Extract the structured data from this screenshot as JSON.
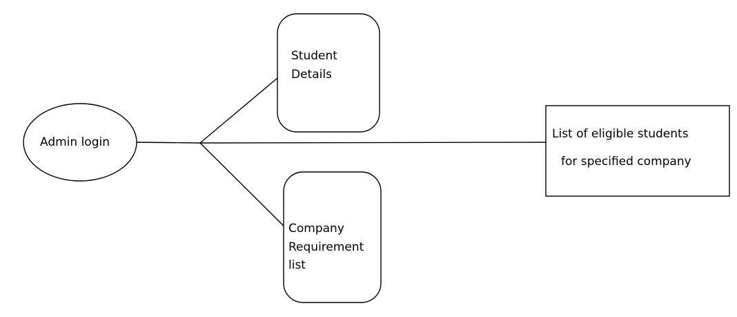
{
  "nodes": {
    "admin": {
      "label": "Admin login"
    },
    "student_details": {
      "lines": [
        "Student",
        "Details"
      ]
    },
    "company_requirement": {
      "lines": [
        "Company",
        "Requirement",
        "list"
      ]
    },
    "eligible_list": {
      "lines": [
        "List of eligible students",
        "for specified company"
      ]
    }
  }
}
